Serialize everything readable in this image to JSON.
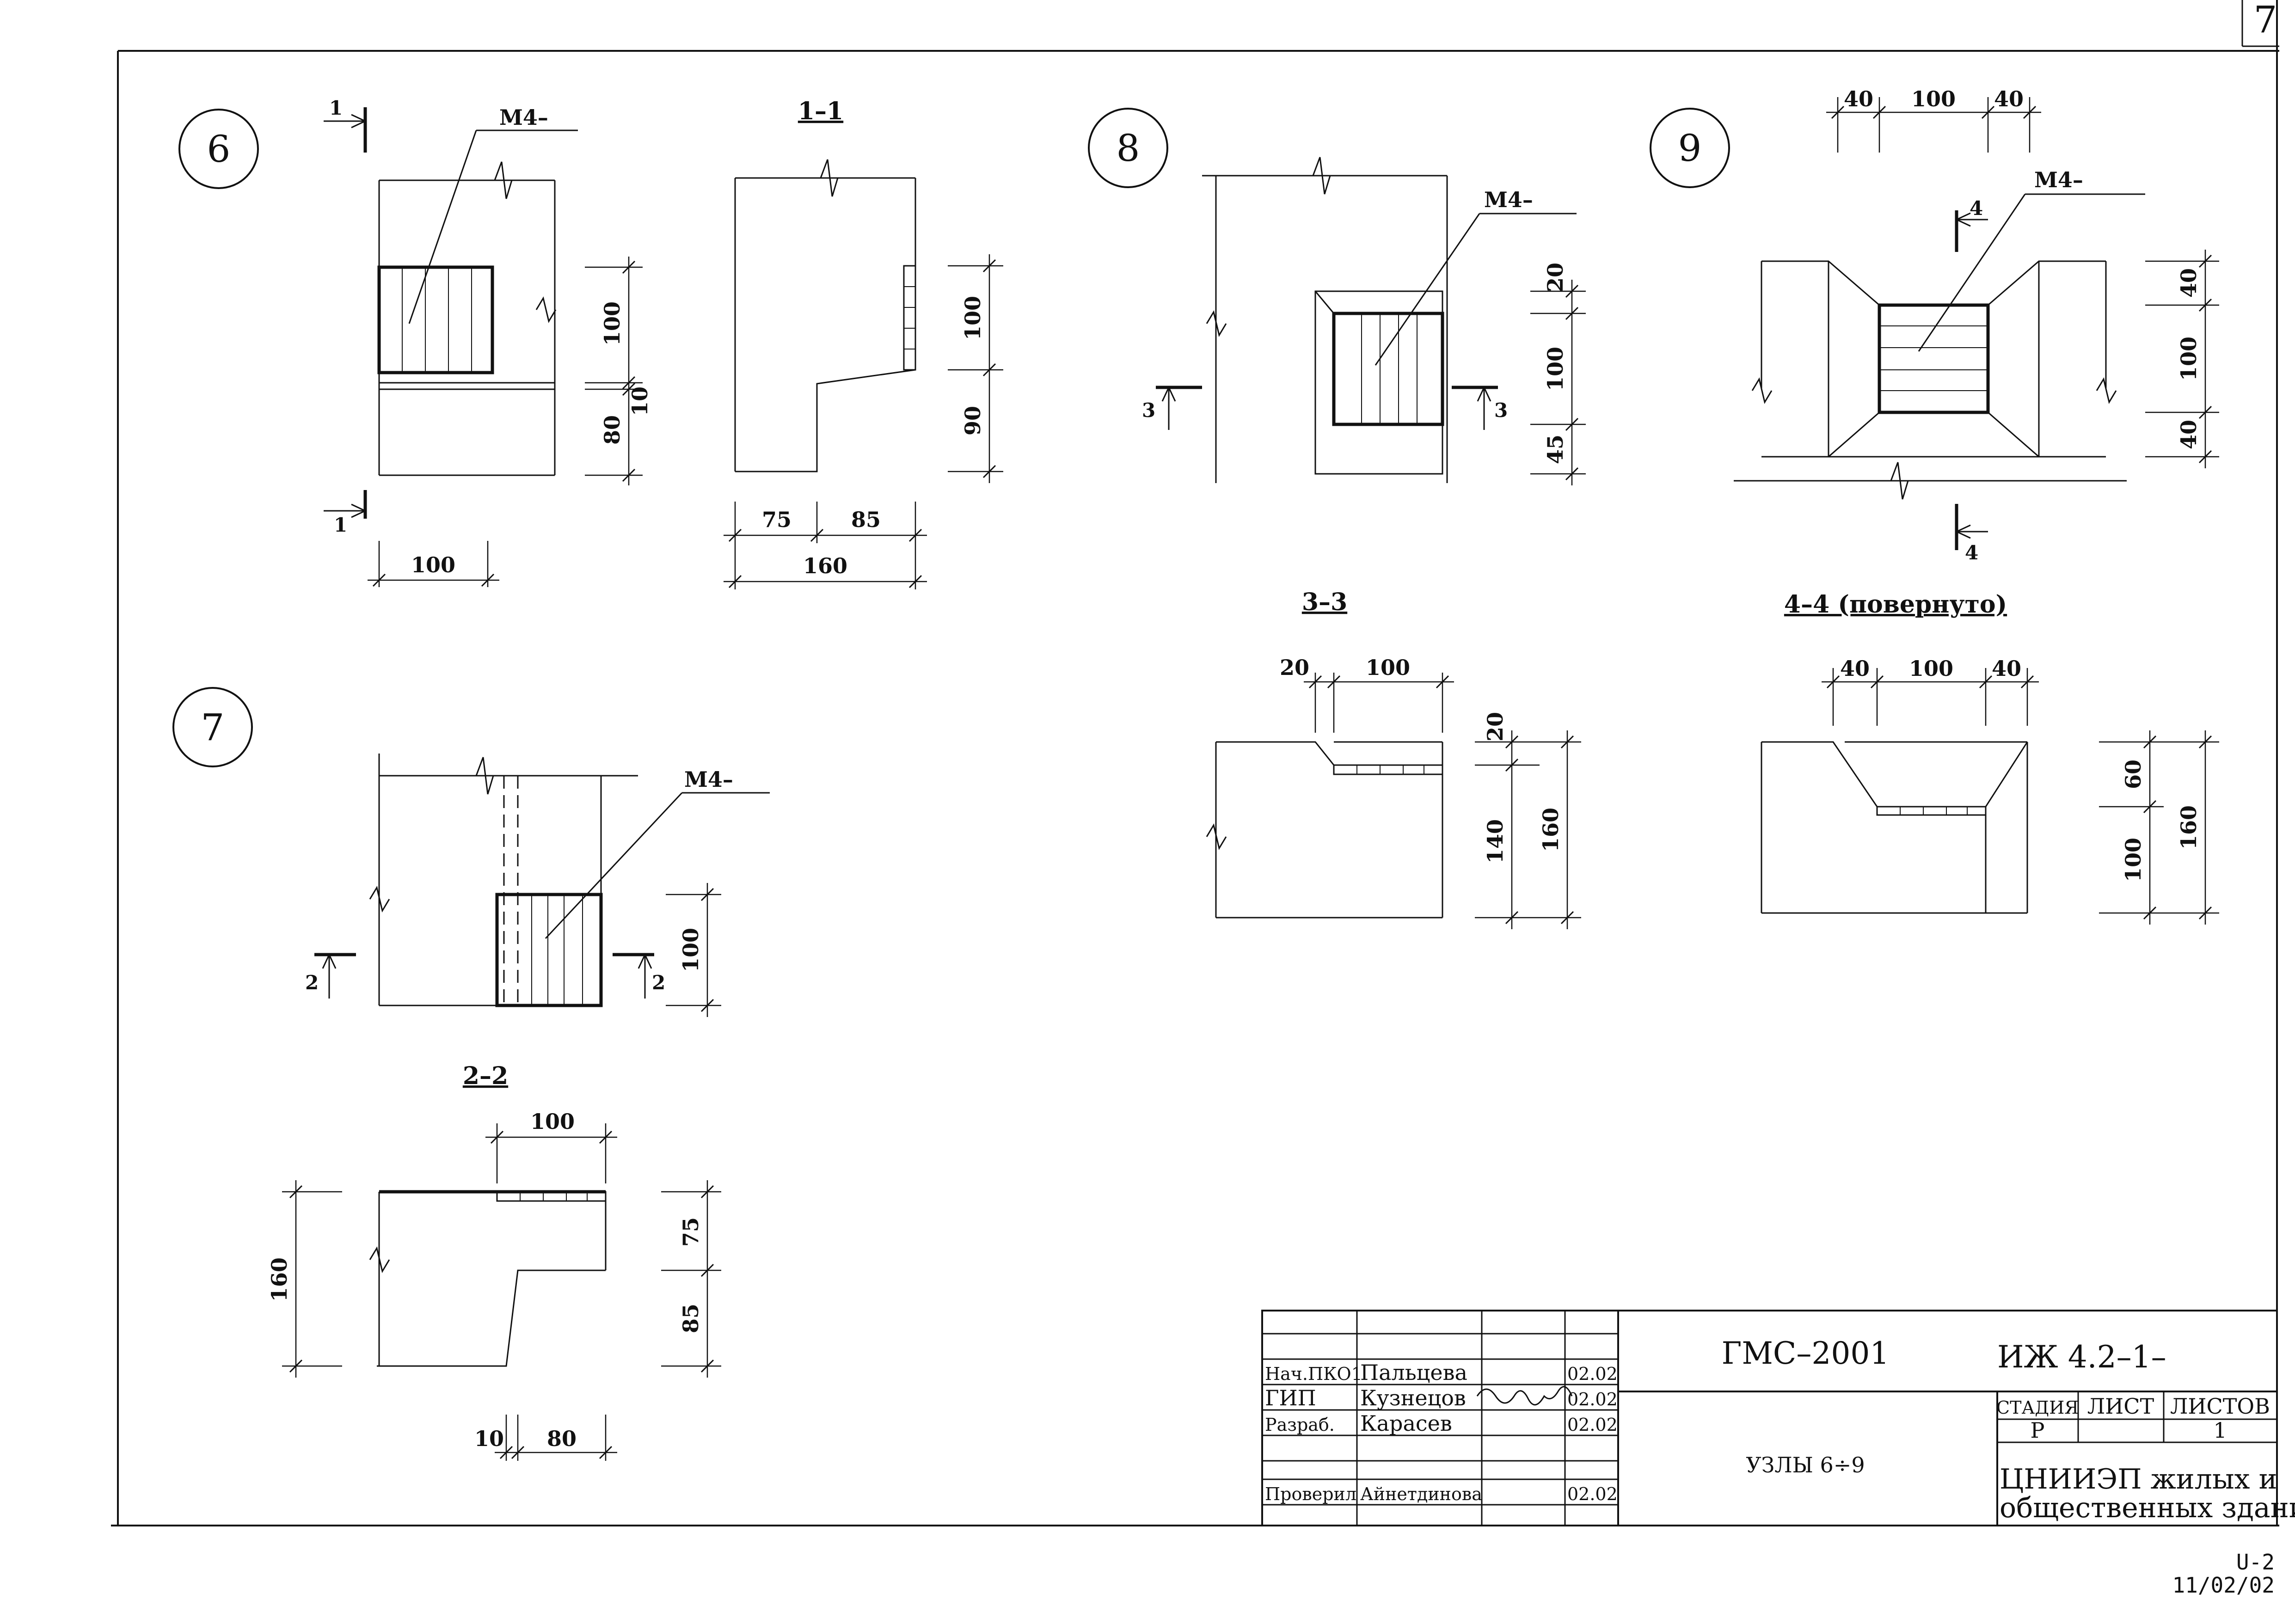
{
  "page_number": "7",
  "stamp": {
    "code": "U-2",
    "date": "11/02/02"
  },
  "details": [
    {
      "id": "6"
    },
    {
      "id": "7"
    },
    {
      "id": "8"
    },
    {
      "id": "9"
    }
  ],
  "mark_label": "М4–",
  "cut_marks": {
    "c1": "1",
    "c2": "2",
    "c3": "3",
    "c4": "4"
  },
  "section_titles": {
    "s11": "1–1",
    "s22": "2–2",
    "s33": "3–3",
    "s44": "4–4 (повернуто)"
  },
  "dims": {
    "d6": {
      "h100": "100",
      "h10": "10",
      "h80": "80",
      "w100": "100"
    },
    "s11": {
      "h100": "100",
      "h90": "90",
      "w75": "75",
      "w85": "85",
      "w160": "160"
    },
    "d7": {
      "h100": "100"
    },
    "s22": {
      "w100": "100",
      "h160": "160",
      "h75": "75",
      "h85": "85",
      "w10": "10",
      "w80": "80"
    },
    "d8": {
      "h20": "20",
      "h100": "100",
      "h45": "45"
    },
    "s33": {
      "w20": "20",
      "w100": "100",
      "h20": "20",
      "h140": "140",
      "h160": "160"
    },
    "d9": {
      "w40a": "40",
      "w100": "100",
      "w40b": "40",
      "h40a": "40",
      "h100": "100",
      "h40b": "40"
    },
    "s44": {
      "w40a": "40",
      "w100": "100",
      "w40b": "40",
      "h60": "60",
      "h100": "100",
      "h160": "160"
    }
  },
  "title_block": {
    "project": "ГМС–2001",
    "code": "ИЖ 4.2–1–",
    "sheet_title": "УЗЛЫ 6÷9",
    "headers": {
      "stage": "СТАДИЯ",
      "sheet": "ЛИСТ",
      "sheets": "ЛИСТОВ"
    },
    "values": {
      "stage": "Р",
      "sheet": "",
      "sheets": "1"
    },
    "org_line1": "ЦНИИЭП жилых и",
    "org_line2": "общественных зданий",
    "signatures": [
      {
        "role": "Нач.ПКО1",
        "name": "Пальцева",
        "date": "02.02"
      },
      {
        "role": "ГИП",
        "name": "Кузнецов",
        "date": "02.02"
      },
      {
        "role": "Разраб.",
        "name": "Карасев",
        "date": "02.02"
      },
      {
        "role": "Проверил",
        "name": "Айнетдинова",
        "date": "02.02"
      }
    ]
  }
}
